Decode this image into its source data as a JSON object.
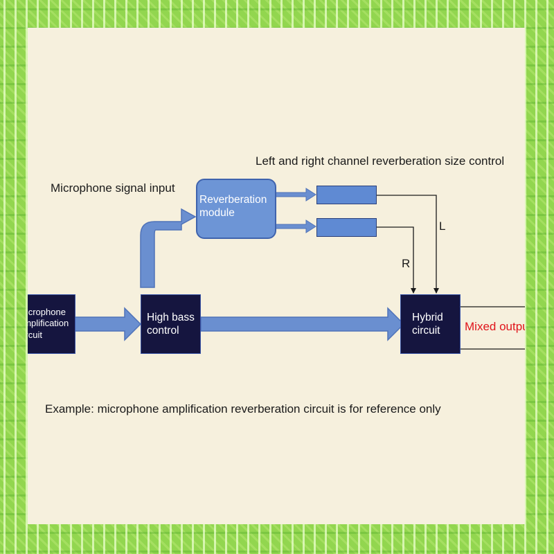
{
  "diagram": {
    "labels": {
      "reverb_size_control": "Left and right channel reverberation size control",
      "mic_signal_input": "Microphone signal input",
      "example_note": "Example: microphone amplification reverberation circuit is for reference only",
      "channel_l": "L",
      "channel_r": "R"
    },
    "blocks": {
      "mic_amp": {
        "line1": "Microphone",
        "line2": "amplification",
        "line3": "circuit"
      },
      "high_bass": {
        "line1": "High bass",
        "line2": "control"
      },
      "reverb": {
        "line1": "Reverberation",
        "line2": "module"
      },
      "hybrid": {
        "line1": "Hybrid",
        "line2": "circuit"
      }
    },
    "output": {
      "label": "Mixed output"
    },
    "colors": {
      "dark_block": "#15153f",
      "reverb_block": "#6d95d6",
      "arrow": "#6a8fd0",
      "output_text": "#e0141b",
      "background": "#f6f0dd"
    }
  }
}
